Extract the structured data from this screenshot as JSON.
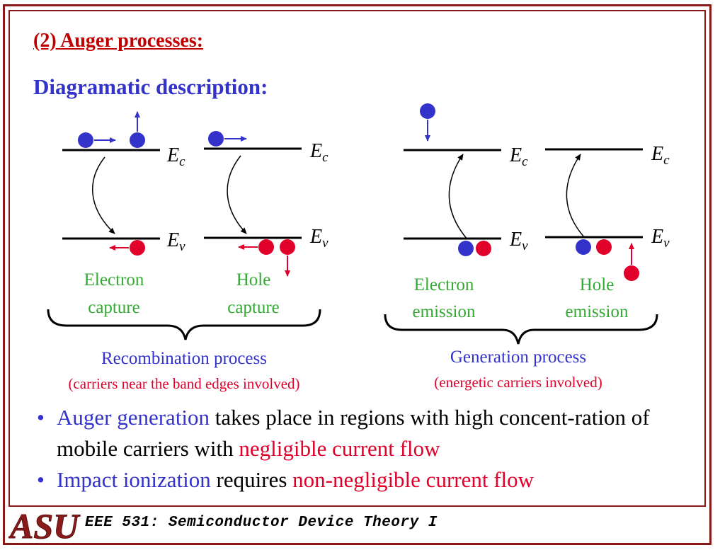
{
  "heading": "(2) Auger processes:",
  "subheading": "Diagramatic description:",
  "band_labels": {
    "ec_main": "E",
    "ec_sub": "c",
    "ev_main": "E",
    "ev_sub": "v"
  },
  "processes": {
    "electron_capture": {
      "line1": "Electron",
      "line2": "capture"
    },
    "hole_capture": {
      "line1": "Hole",
      "line2": "capture"
    },
    "electron_emission": {
      "line1": "Electron",
      "line2": "emission"
    },
    "hole_emission": {
      "line1": "Hole",
      "line2": "emission"
    }
  },
  "groups": {
    "recombination": {
      "title": "Recombination process",
      "note": "(carriers near the band edges involved)"
    },
    "generation": {
      "title": "Generation process",
      "note": "(energetic carriers involved)"
    }
  },
  "bullets": [
    {
      "seg1": "Auger generation",
      "seg2": " takes place in regions with high concent-ration of mobile carriers with ",
      "seg3": "negligible current flow"
    },
    {
      "seg1": "Impact ionization",
      "seg2": " requires ",
      "seg3": "non-negligible current flow"
    }
  ],
  "footer": "EEE 531: Semiconductor Device Theory I",
  "logo_text": "ASU",
  "colors": {
    "electron": "#3333cc",
    "hole": "#e0002a",
    "frame": "#8b1a1a",
    "label_green": "#33aa33",
    "label_blue": "#3333cc"
  }
}
